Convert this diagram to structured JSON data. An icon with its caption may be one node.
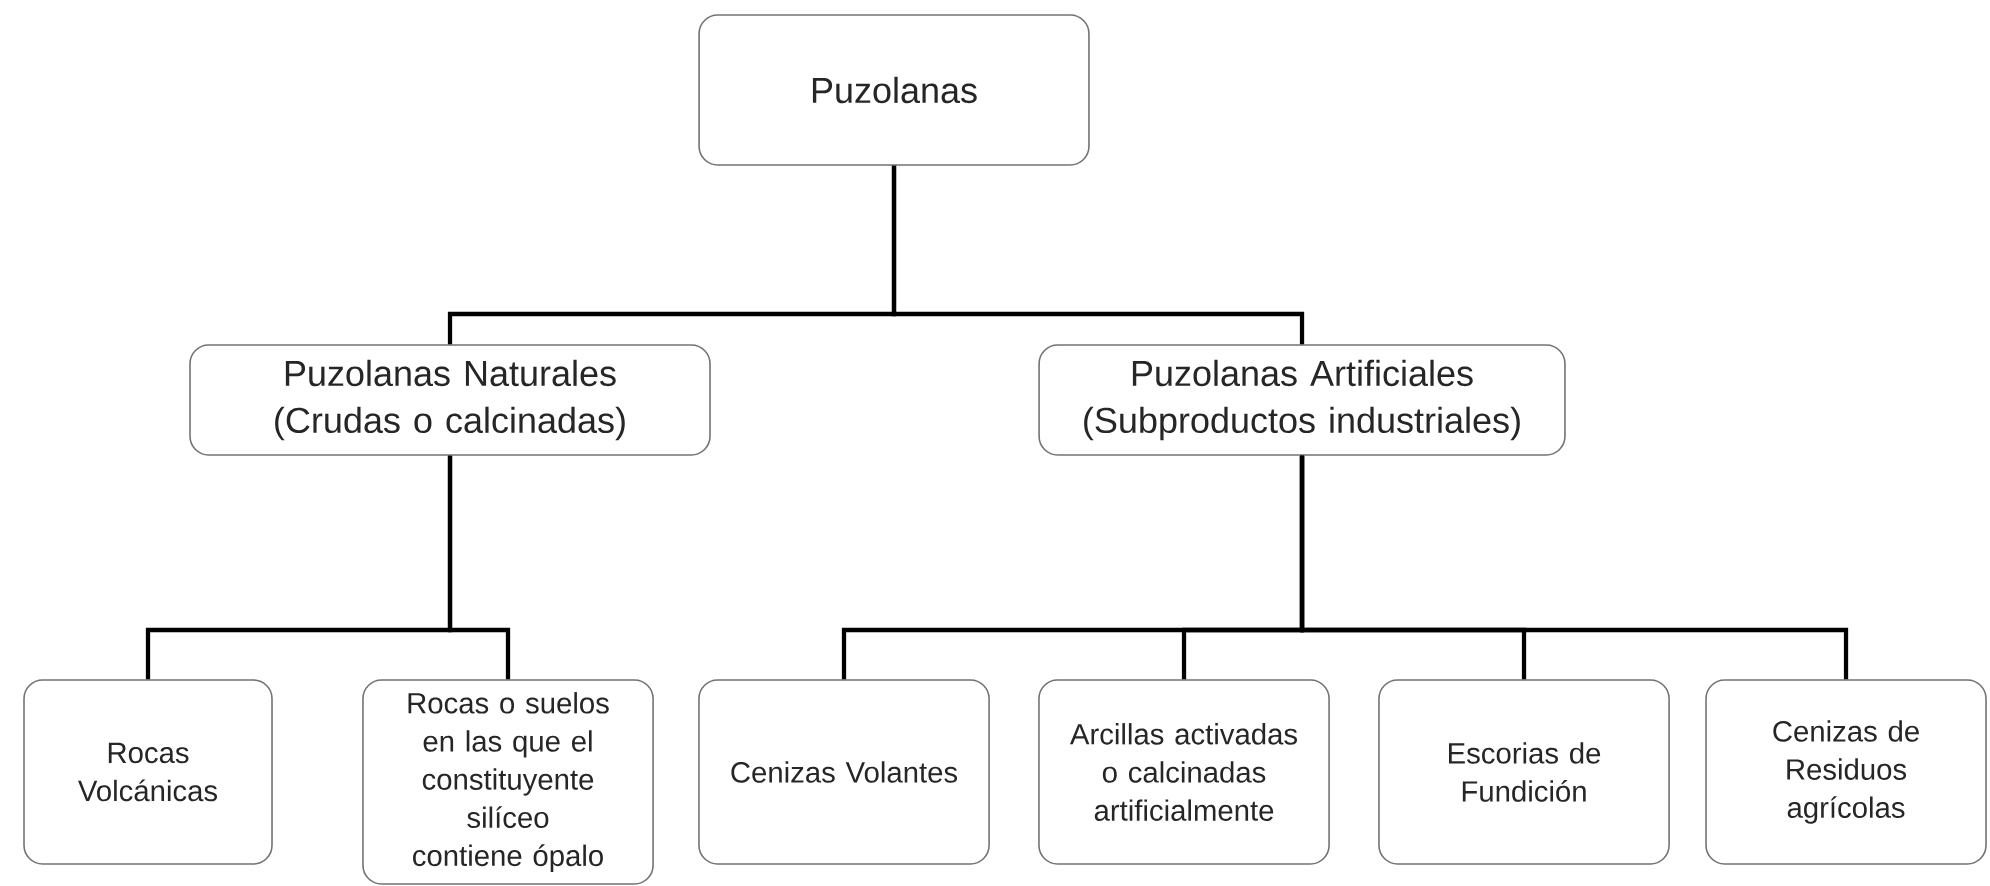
{
  "diagram": {
    "nodes": [
      {
        "text": [
          "Puzolanas"
        ]
      },
      {
        "text": [
          "Puzolanas Naturales (Crudas o calcinadas)"
        ]
      },
      {
        "text": [
          "Puzolanas Artificiales (Subproductos industriales)"
        ]
      },
      {
        "text": [
          "Rocas Volcánicas"
        ]
      },
      {
        "text": [
          "Rocas o suelos en las que el constituyente silíceo contiene ópalo"
        ]
      },
      {
        "text": [
          "Cenizas Volantes"
        ]
      },
      {
        "text": [
          "Arcillas activadas o calcinadas artificialmente"
        ]
      },
      {
        "text": [
          "Escorias de Fundición"
        ]
      },
      {
        "text": [
          "Cenizas de Residuos agrícolas"
        ]
      }
    ],
    "edges": [
      {
        "from": 0,
        "to": 1,
        "arrow": "none"
      },
      {
        "from": 0,
        "to": 2,
        "arrow": "none"
      },
      {
        "from": 1,
        "to": 3,
        "arrow": "none"
      },
      {
        "from": 1,
        "to": 4,
        "arrow": "none"
      },
      {
        "from": 2,
        "to": 5,
        "arrow": "none"
      },
      {
        "from": 2,
        "to": 6,
        "arrow": "none"
      },
      {
        "from": 2,
        "to": 7,
        "arrow": "none"
      },
      {
        "from": 2,
        "to": 8,
        "arrow": "none"
      }
    ]
  }
}
